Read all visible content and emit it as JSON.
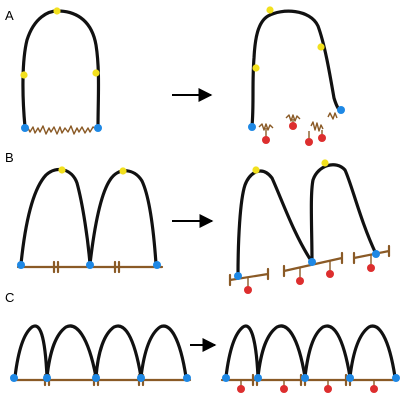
{
  "panels": [
    {
      "label": "A"
    },
    {
      "label": "B"
    },
    {
      "label": "C"
    }
  ],
  "colors": {
    "loop": "#111111",
    "base_line": "#8a5a26",
    "yellow_dot": "#f2e01e",
    "blue_dot": "#1e88e5",
    "red_dot": "#dd2e2e",
    "arrow": "#000000"
  },
  "icons": [
    "right-arrow-icon"
  ]
}
